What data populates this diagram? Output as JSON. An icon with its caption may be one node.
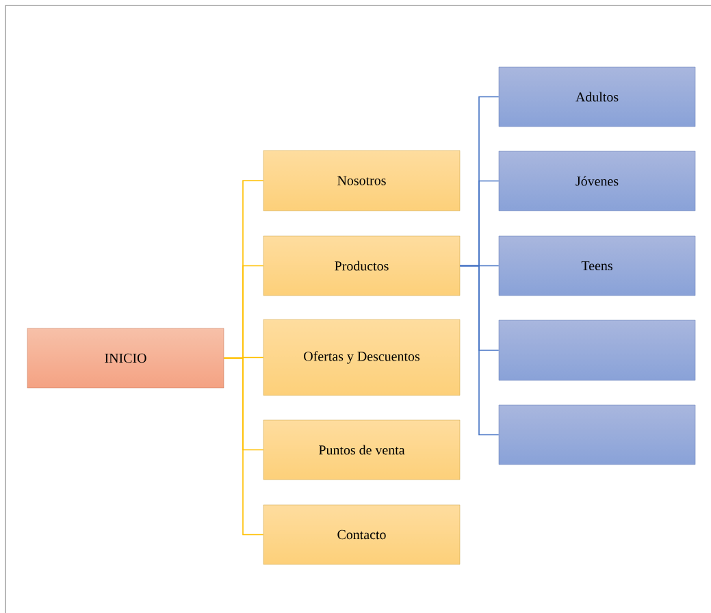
{
  "diagram": {
    "nodes": [
      {
        "text": [
          "INICIO"
        ]
      },
      {
        "text": [
          "Nosotros"
        ]
      },
      {
        "text": [
          "Productos"
        ]
      },
      {
        "text": [
          "Ofertas y Descuentos"
        ]
      },
      {
        "text": [
          "Puntos de venta"
        ]
      },
      {
        "text": [
          "Contacto"
        ]
      },
      {
        "text": [
          "Adultos"
        ]
      },
      {
        "text": [
          "Jóvenes"
        ]
      },
      {
        "text": [
          "Teens"
        ]
      },
      {
        "text": [],
        "shape": "box"
      },
      {
        "text": [],
        "shape": "box"
      }
    ],
    "edges": [
      {
        "from": 0,
        "to": 1,
        "arrow": "none"
      },
      {
        "from": 0,
        "to": 2,
        "arrow": "none"
      },
      {
        "from": 0,
        "to": 3,
        "arrow": "none"
      },
      {
        "from": 0,
        "to": 4,
        "arrow": "none"
      },
      {
        "from": 0,
        "to": 5,
        "arrow": "none"
      },
      {
        "from": 2,
        "to": 6,
        "arrow": "none",
        "color": "#4472c4"
      },
      {
        "from": 2,
        "to": 7,
        "arrow": "none",
        "color": "#4472c4"
      },
      {
        "from": 2,
        "to": 8,
        "arrow": "none",
        "color": "#4472c4"
      },
      {
        "from": 2,
        "to": 9,
        "arrow": "none",
        "color": "#4472c4"
      },
      {
        "from": 2,
        "to": 10,
        "arrow": "none",
        "color": "#4472c4"
      }
    ]
  }
}
